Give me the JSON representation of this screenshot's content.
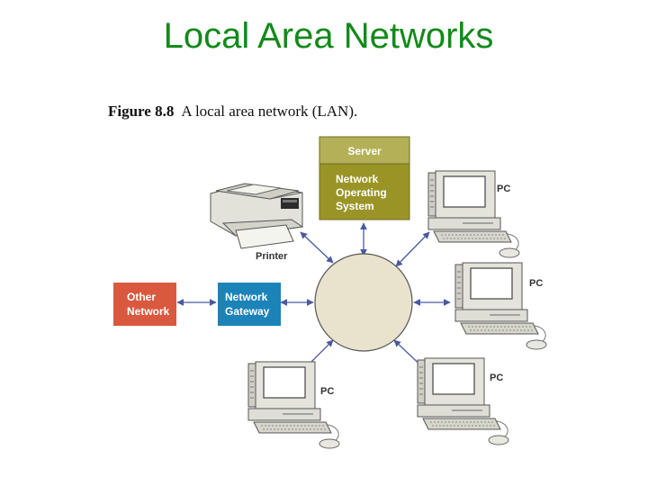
{
  "title": "Local Area Networks",
  "figure": {
    "number": "Figure 8.8",
    "caption": "A local area network (LAN)."
  },
  "server": {
    "header": "Server",
    "body_lines": [
      "Network",
      "Operating",
      "System"
    ]
  },
  "printer_label": "Printer",
  "other_network_lines": [
    "Other",
    "Network"
  ],
  "gateway_lines": [
    "Network",
    "Gateway"
  ],
  "pc_label": "PC",
  "colors": {
    "title": "#128a1a",
    "server_header": "#b4b058",
    "server_body": "#9a9426",
    "gateway": "#1b83b8",
    "other_network": "#d9593f",
    "hub": "#e9e2cd",
    "connector": "#4a5aa0"
  }
}
